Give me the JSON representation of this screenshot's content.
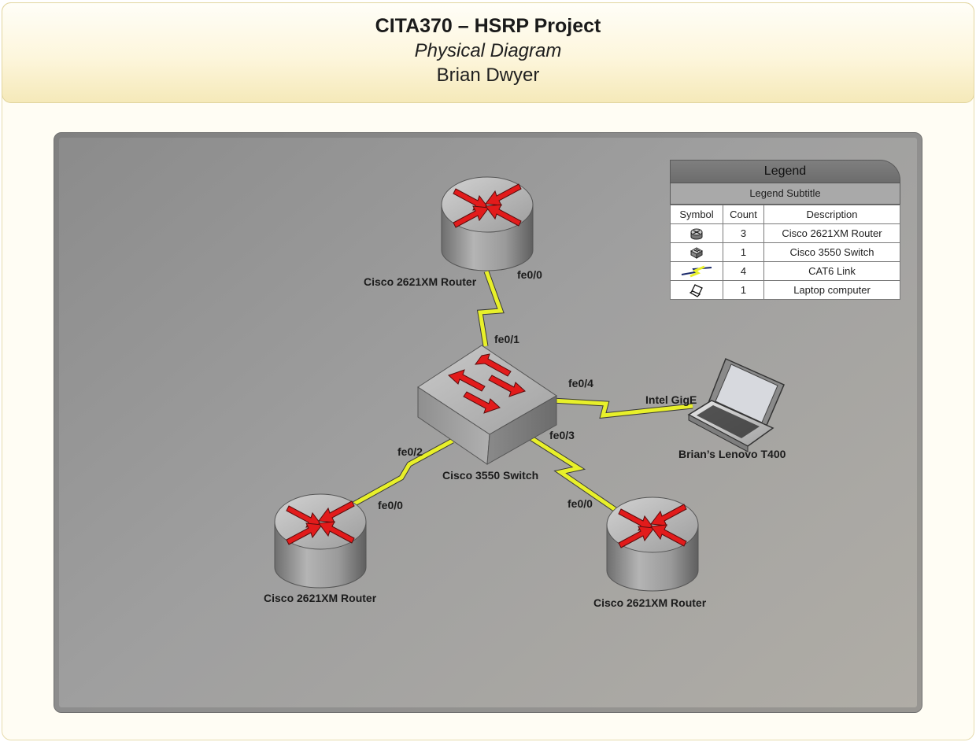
{
  "header": {
    "title": "CITA370 – HSRP Project",
    "subtitle": "Physical Diagram",
    "author": "Brian Dwyer"
  },
  "nodes": {
    "router_top": {
      "label": "Cisco 2621XM Router",
      "type": "router"
    },
    "router_left": {
      "label": "Cisco 2621XM Router",
      "type": "router"
    },
    "router_right": {
      "label": "Cisco 2621XM Router",
      "type": "router"
    },
    "switch": {
      "label": "Cisco 3550 Switch",
      "type": "switch"
    },
    "laptop": {
      "label": "Brian’s Lenovo T400",
      "type": "laptop"
    }
  },
  "ports": {
    "router_top_fe": "fe0/0",
    "switch_fe1": "fe0/1",
    "switch_fe4": "fe0/4",
    "laptop_nic": "Intel GigE",
    "switch_fe2": "fe0/2",
    "switch_fe3": "fe0/3",
    "router_left_fe": "fe0/0",
    "router_right_fe": "fe0/0"
  },
  "legend": {
    "title": "Legend",
    "subtitle": "Legend Subtitle",
    "columns": [
      "Symbol",
      "Count",
      "Description"
    ],
    "rows": [
      {
        "symbol": "router-icon",
        "count": "3",
        "description": "Cisco 2621XM Router"
      },
      {
        "symbol": "switch-icon",
        "count": "1",
        "description": "Cisco 3550 Switch"
      },
      {
        "symbol": "cat6-link-icon",
        "count": "4",
        "description": "CAT6 Link"
      },
      {
        "symbol": "laptop-icon",
        "count": "1",
        "description": "Laptop computer"
      }
    ]
  },
  "colors": {
    "link": "#e8f02a",
    "arrow": "#e01818",
    "device": "#9a9a9a"
  }
}
